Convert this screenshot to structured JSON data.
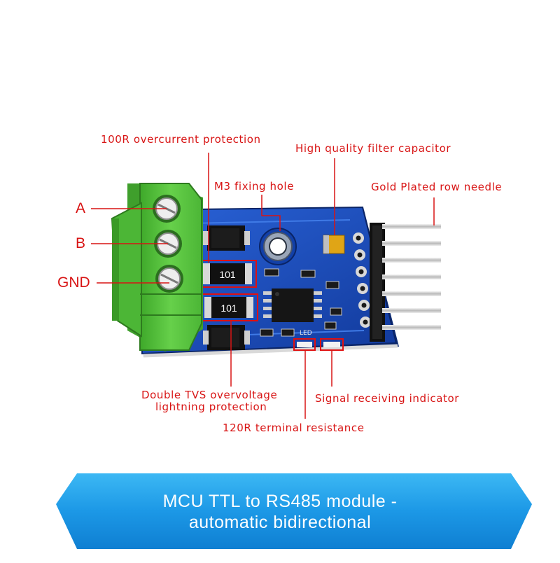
{
  "callouts": {
    "overcurrent": "100R overcurrent protection",
    "filter_cap": "High quality filter capacitor",
    "m3_hole": "M3 fixing hole",
    "row_needle": "Gold Plated row needle",
    "tvs_line1": "Double TVS overvoltage",
    "tvs_line2": "lightning protection",
    "signal_indicator": "Signal receiving indicator",
    "terminal_res": "120R terminal resistance"
  },
  "terminals": {
    "a": "A",
    "b": "B",
    "gnd": "GND"
  },
  "resistor_marks": {
    "top": "101",
    "bottom": "101"
  },
  "silkscreen": {
    "led_label": "LED"
  },
  "banner": {
    "line1": "MCU TTL to RS485 module -",
    "line2": "automatic bidirectional"
  },
  "colors": {
    "label_red": "#d81414",
    "pcb_blue": "#1a4fc4",
    "terminal_green": "#57c23a",
    "banner_blue": "#1fa0ea"
  }
}
